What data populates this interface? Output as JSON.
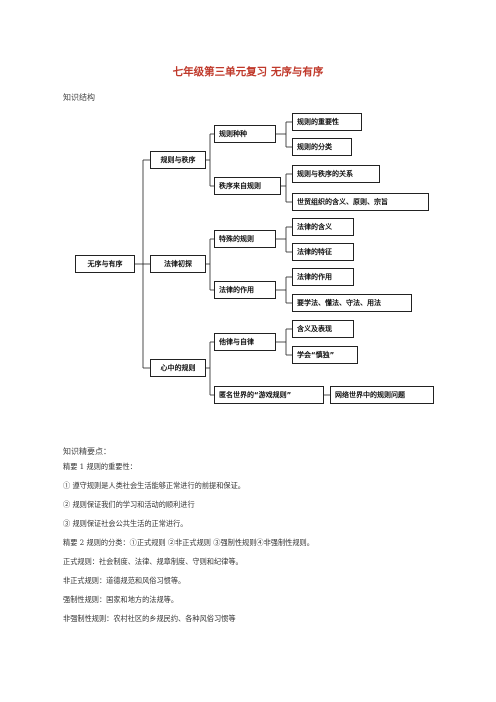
{
  "title": "七年级第三单元复习  无序与有序",
  "section_structure": "知识结构",
  "diagram": {
    "root": "无序与有序",
    "l1": [
      "规则与秩序",
      "法律初探",
      "心中的规则"
    ],
    "l2": [
      "规则种种",
      "秩序来自规则",
      "特殊的规则",
      "法律的作用",
      "他律与自律",
      "匿名世界的“游戏规则”"
    ],
    "l3": [
      "规则的重要性",
      "规则的分类",
      "规则与秩序的关系",
      "世贸组织的含义、原则、宗旨",
      "法律的含义",
      "法律的特征",
      "法律的作用",
      "要学法、懂法、守法、用法",
      "含义及表现",
      "学会“慎独”",
      "网络世界中的规则问题"
    ]
  },
  "section_points": "知识精要点：",
  "points": [
    "精要 1      规则的重要性：",
    "①   遵守规则是人类社会生活能够正常进行的前提和保证。",
    "②   规则保证我们的学习和活动的顺利进行",
    "③   规则保证社会公共生活的正常进行。",
    "精要 2      规则的分类：①正式规则  ②非正式规则  ③强制性规则④非强制性规则。",
    "正式规则：社会制度、法律、规章制度、守则和纪律等。",
    "非正式规则：道德规范和风俗习惯等。",
    "强制性规则：国家和地方的法规等。",
    "非强制性规则：农村社区的乡规民约、各种风俗习惯等"
  ]
}
